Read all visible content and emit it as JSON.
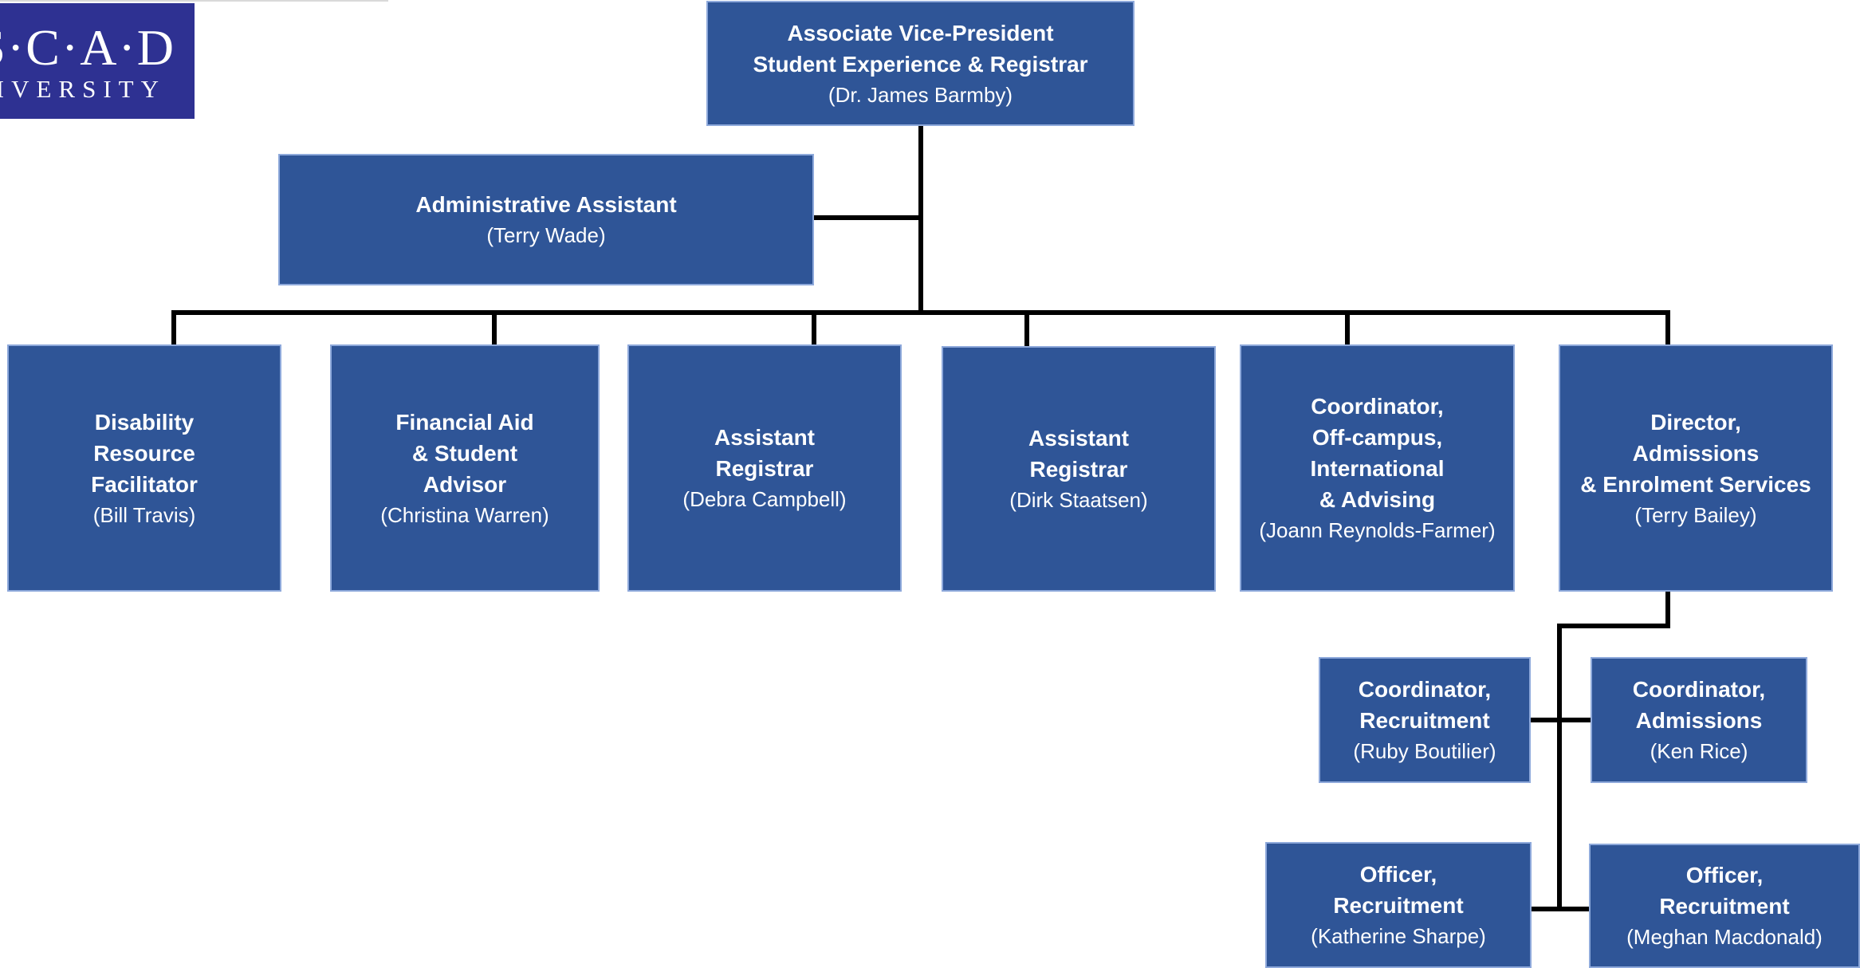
{
  "logo": {
    "mark": "N·S·C·A·D",
    "subtitle": "UNIVERSITY",
    "color": "#2e3192"
  },
  "colors": {
    "box_fill": "#2f5597",
    "box_border": "#8ea9db",
    "connector": "#000000",
    "text": "#ffffff"
  },
  "boxes": {
    "avp": {
      "title": "Associate Vice-President\nStudent Experience & Registrar",
      "person": "(Dr. James Barmby)"
    },
    "admin_assistant": {
      "title": "Administrative Assistant",
      "person": "(Terry Wade)"
    },
    "disability": {
      "title": "Disability\nResource\nFacilitator",
      "person": "(Bill Travis)"
    },
    "financial_aid": {
      "title": "Financial Aid\n& Student\nAdvisor",
      "person": "(Christina Warren)"
    },
    "asst_registrar_1": {
      "title": "Assistant\nRegistrar",
      "person": "(Debra Campbell)"
    },
    "asst_registrar_2": {
      "title": "Assistant\nRegistrar",
      "person": "(Dirk Staatsen)"
    },
    "coordinator_offcampus": {
      "title": "Coordinator,\nOff-campus,\nInternational\n& Advising",
      "person": "(Joann Reynolds-Farmer)"
    },
    "director_admissions": {
      "title": "Director,\nAdmissions\n& Enrolment Services",
      "person": "(Terry Bailey)"
    },
    "coord_recruitment": {
      "title": "Coordinator,\nRecruitment",
      "person": "(Ruby Boutilier)"
    },
    "coord_admissions": {
      "title": "Coordinator,\nAdmissions",
      "person": "(Ken Rice)"
    },
    "officer_recruitment_1": {
      "title": "Officer,\nRecruitment",
      "person": "(Katherine Sharpe)"
    },
    "officer_recruitment_2": {
      "title": "Officer,\nRecruitment",
      "person": "(Meghan Macdonald)"
    }
  }
}
